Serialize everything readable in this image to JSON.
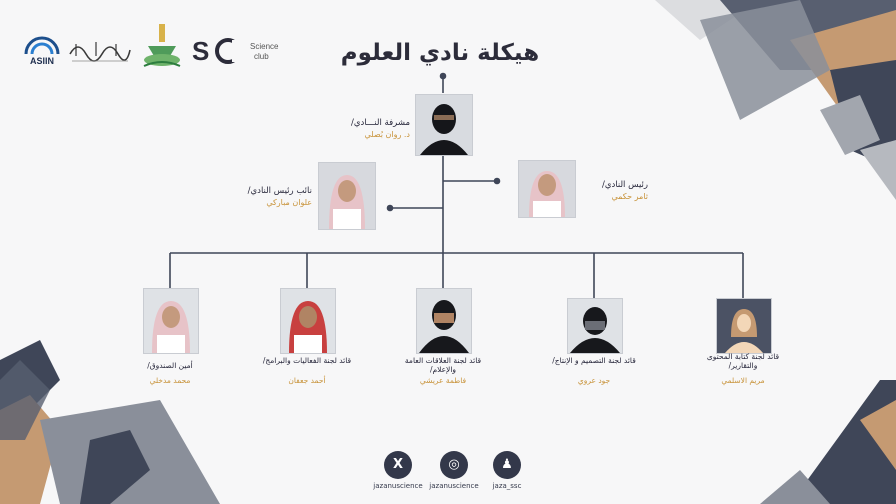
{
  "title": "هيكلة نادي العلوم",
  "logos": {
    "asiin": "ASIIN",
    "science_club_line1": "Science",
    "science_club_line2": "club"
  },
  "supervisor": {
    "role": "مشرفة النـــادي/",
    "name": "د. روان بُصلي"
  },
  "president": {
    "role": "رئيس النادي/",
    "name": "ثامر حكمي"
  },
  "vice_president": {
    "role": "نائب رئيس النادي/",
    "name": "علوان مباركي"
  },
  "members": [
    {
      "role": "أمين الصندوق/",
      "name": "محمد مدخلي"
    },
    {
      "role": "قائد لجنة الفعاليات والبرامج/",
      "name": "أحمد جعفان"
    },
    {
      "role": "قائد لجنة العلاقات العامة والإعلام/",
      "name": "فاطمة عريشي"
    },
    {
      "role": "قائد لجنة التصميم و الإنتاج/",
      "name": "جود عروي"
    },
    {
      "role": "قائد لجنة كتابة المحتوى والتقارير/",
      "name": "مريم الاسلمي"
    }
  ],
  "social": [
    {
      "icon": "x-icon",
      "glyph": "X",
      "handle": "jazanuscience"
    },
    {
      "icon": "instagram-icon",
      "glyph": "◎",
      "handle": "jazanuscience"
    },
    {
      "icon": "snapchat-icon",
      "glyph": "♟",
      "handle": "jaza_ssc"
    }
  ],
  "colors": {
    "navy": "#3f4658",
    "gold": "#c8933a",
    "tan": "#c59a72",
    "grey": "#8a8f9a"
  }
}
